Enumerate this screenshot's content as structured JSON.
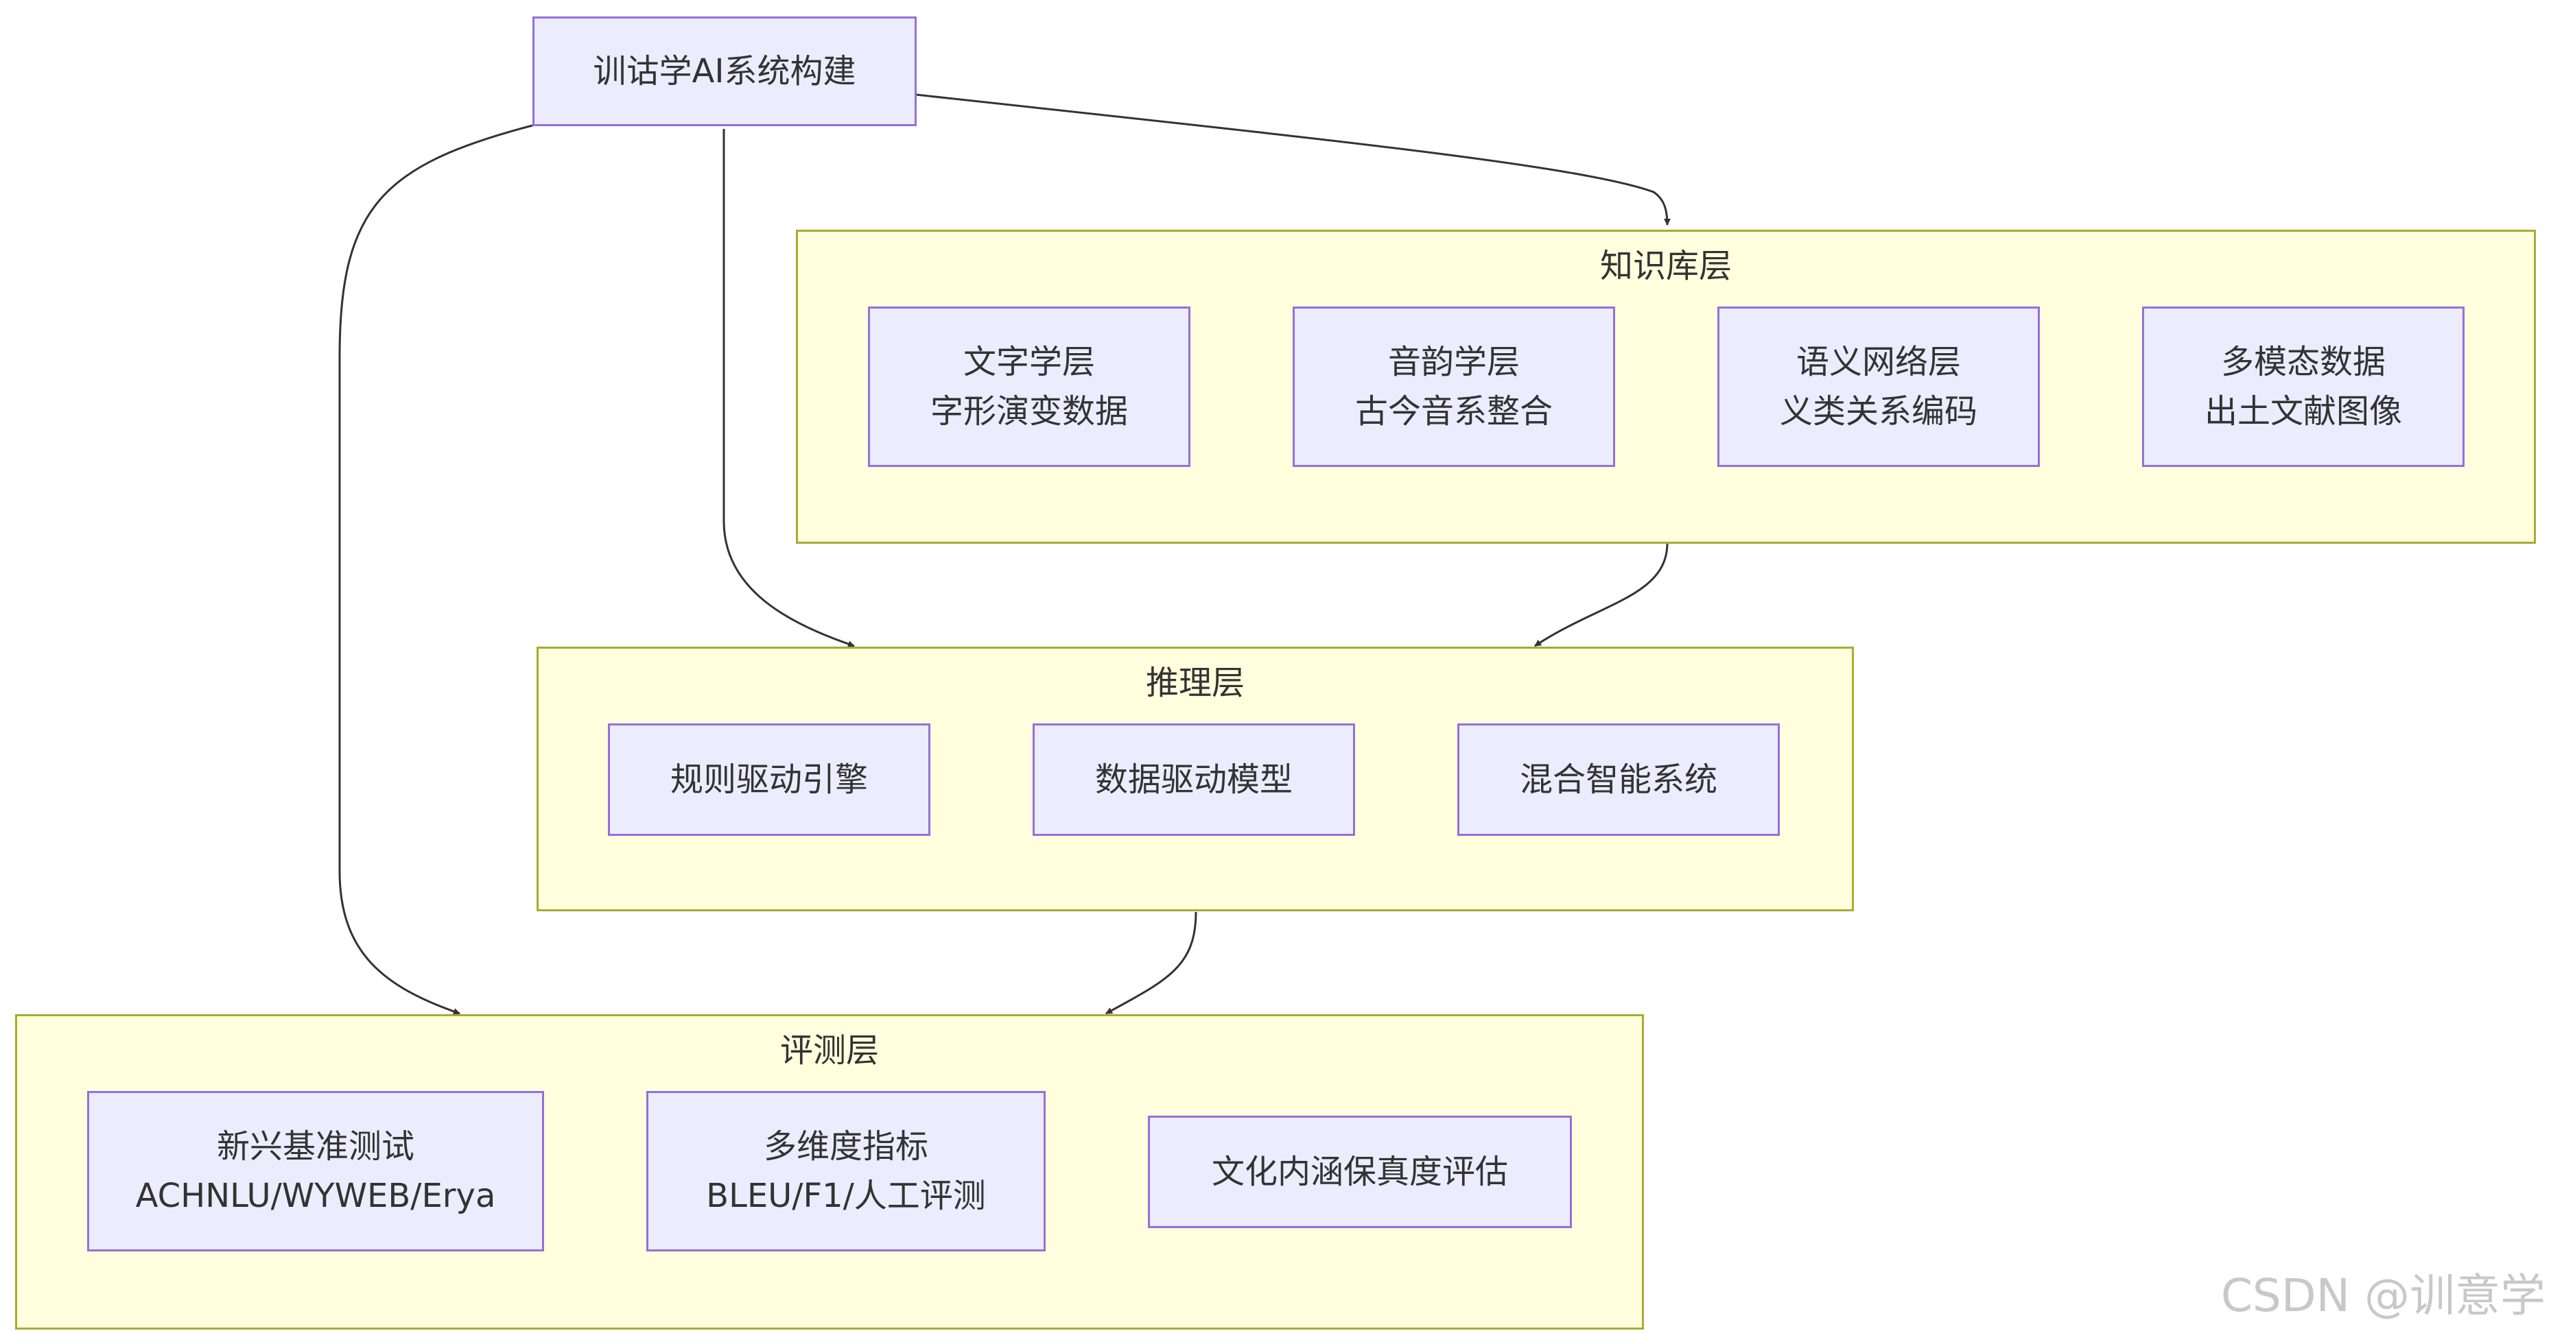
{
  "root": {
    "label": "训诂学AI系统构建"
  },
  "knowledge": {
    "title": "知识库层",
    "nodes": [
      {
        "line1": "文字学层",
        "line2": "字形演变数据"
      },
      {
        "line1": "音韵学层",
        "line2": "古今音系整合"
      },
      {
        "line1": "语义网络层",
        "line2": "义类关系编码"
      },
      {
        "line1": "多模态数据",
        "line2": "出土文献图像"
      }
    ]
  },
  "reasoning": {
    "title": "推理层",
    "nodes": [
      {
        "label": "规则驱动引擎"
      },
      {
        "label": "数据驱动模型"
      },
      {
        "label": "混合智能系统"
      }
    ]
  },
  "evaluation": {
    "title": "评测层",
    "nodes": [
      {
        "line1": "新兴基准测试",
        "line2": "ACHNLU/WYWEB/Erya"
      },
      {
        "line1": "多维度指标",
        "line2": "BLEU/F1/人工评测"
      },
      {
        "line1": "文化内涵保真度评估",
        "line2": ""
      }
    ]
  },
  "watermark": "CSDN @训意学",
  "colors": {
    "node_fill": "#ececff",
    "node_border": "#9370db",
    "cluster_fill": "#ffffde",
    "cluster_border": "#aaaa33",
    "edge": "#333333"
  }
}
